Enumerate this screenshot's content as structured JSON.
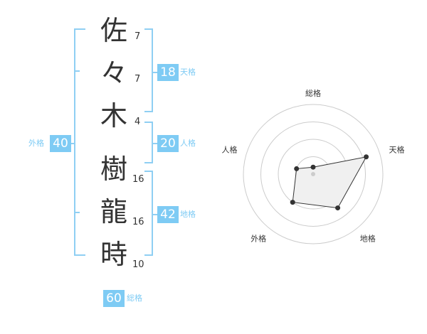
{
  "colors": {
    "accent": "#7ecbf4",
    "bracket": "#8fcff3",
    "text": "#333333",
    "radar_fill": "#f0f0f0",
    "radar_stroke": "#333333"
  },
  "name": {
    "surname": [
      {
        "char": "佐",
        "strokes": "7"
      },
      {
        "char": "々",
        "strokes": "7"
      },
      {
        "char": "木",
        "strokes": "4"
      }
    ],
    "given": [
      {
        "char": "樹",
        "strokes": "16"
      },
      {
        "char": "龍",
        "strokes": "16"
      },
      {
        "char": "時",
        "strokes": "10"
      }
    ]
  },
  "fortunes": {
    "tenkaku": {
      "label": "天格",
      "value": "18"
    },
    "jinkaku": {
      "label": "人格",
      "value": "20"
    },
    "chikaku": {
      "label": "地格",
      "value": "42"
    },
    "gaikaku": {
      "label": "外格",
      "value": "40"
    },
    "soukaku": {
      "label": "総格",
      "value": "60"
    }
  },
  "chart_data": {
    "type": "radar",
    "axes": [
      "総格",
      "天格",
      "地格",
      "外格",
      "人格"
    ],
    "values": [
      0.1,
      0.8,
      0.6,
      0.5,
      0.25
    ],
    "rings": 4
  }
}
